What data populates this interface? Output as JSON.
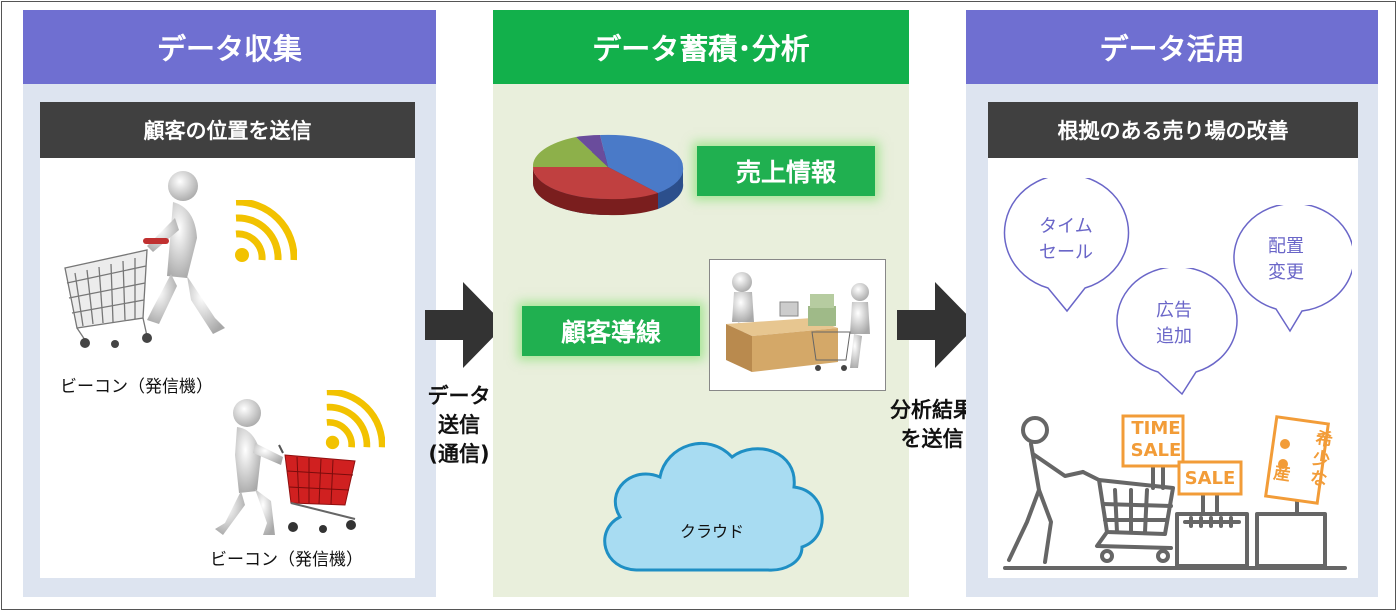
{
  "colors": {
    "header_blue": "#6f6fd1",
    "header_green": "#12b04b",
    "panel_light": "#dde4f0",
    "panel_green": "#e9efdc",
    "subheader_dark": "#404040",
    "arrow": "#333333",
    "bubble_text": "#6a66c8"
  },
  "collect": {
    "header": "データ収集",
    "subheader": "顧客の位置を送信",
    "beacon_label_1": "ビーコン（発信機）",
    "beacon_label_2": "ビーコン（発信機）"
  },
  "arrow1": {
    "line1": "データ",
    "line2": "送信",
    "line3": "(通信)"
  },
  "analyze": {
    "header": "データ蓄積･分析",
    "sales_label": "売上情報",
    "flow_label": "顧客導線",
    "cloud_label": "クラウド"
  },
  "arrow2": {
    "line1": "分析結果",
    "line2": "を送信"
  },
  "utilize": {
    "header": "データ活用",
    "subheader": "根拠のある売り場の改善",
    "bubble1": {
      "line1": "タイム",
      "line2": "セール"
    },
    "bubble2": {
      "line1": "広告",
      "line2": "追加"
    },
    "bubble3": {
      "line1": "配置",
      "line2": "変更"
    },
    "sign_time": "TIME",
    "sign_sale": "SALE",
    "sign_sale2": "SALE",
    "sign_rare_1": "希",
    "sign_rare_2": "少",
    "sign_rare_3": "産",
    "sign_rare_4": "な"
  }
}
